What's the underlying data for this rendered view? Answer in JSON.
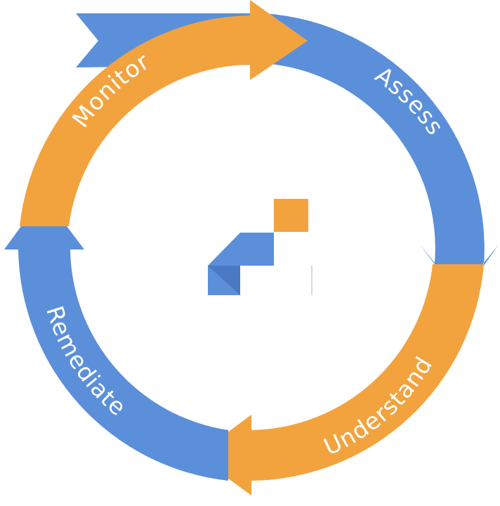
{
  "diagram": {
    "stages": [
      {
        "label": "Assess",
        "color": "#5B8FD9"
      },
      {
        "label": "Understand",
        "color": "#F2A33E"
      },
      {
        "label": "Remediate",
        "color": "#5B8FD9"
      },
      {
        "label": "Monitor",
        "color": "#F2A33E"
      }
    ],
    "label_color": "#FFFFFF",
    "logo": {
      "orange": "#F2A33E",
      "blue": "#5B8FD9",
      "blue_dark": "#4A78C2"
    }
  }
}
